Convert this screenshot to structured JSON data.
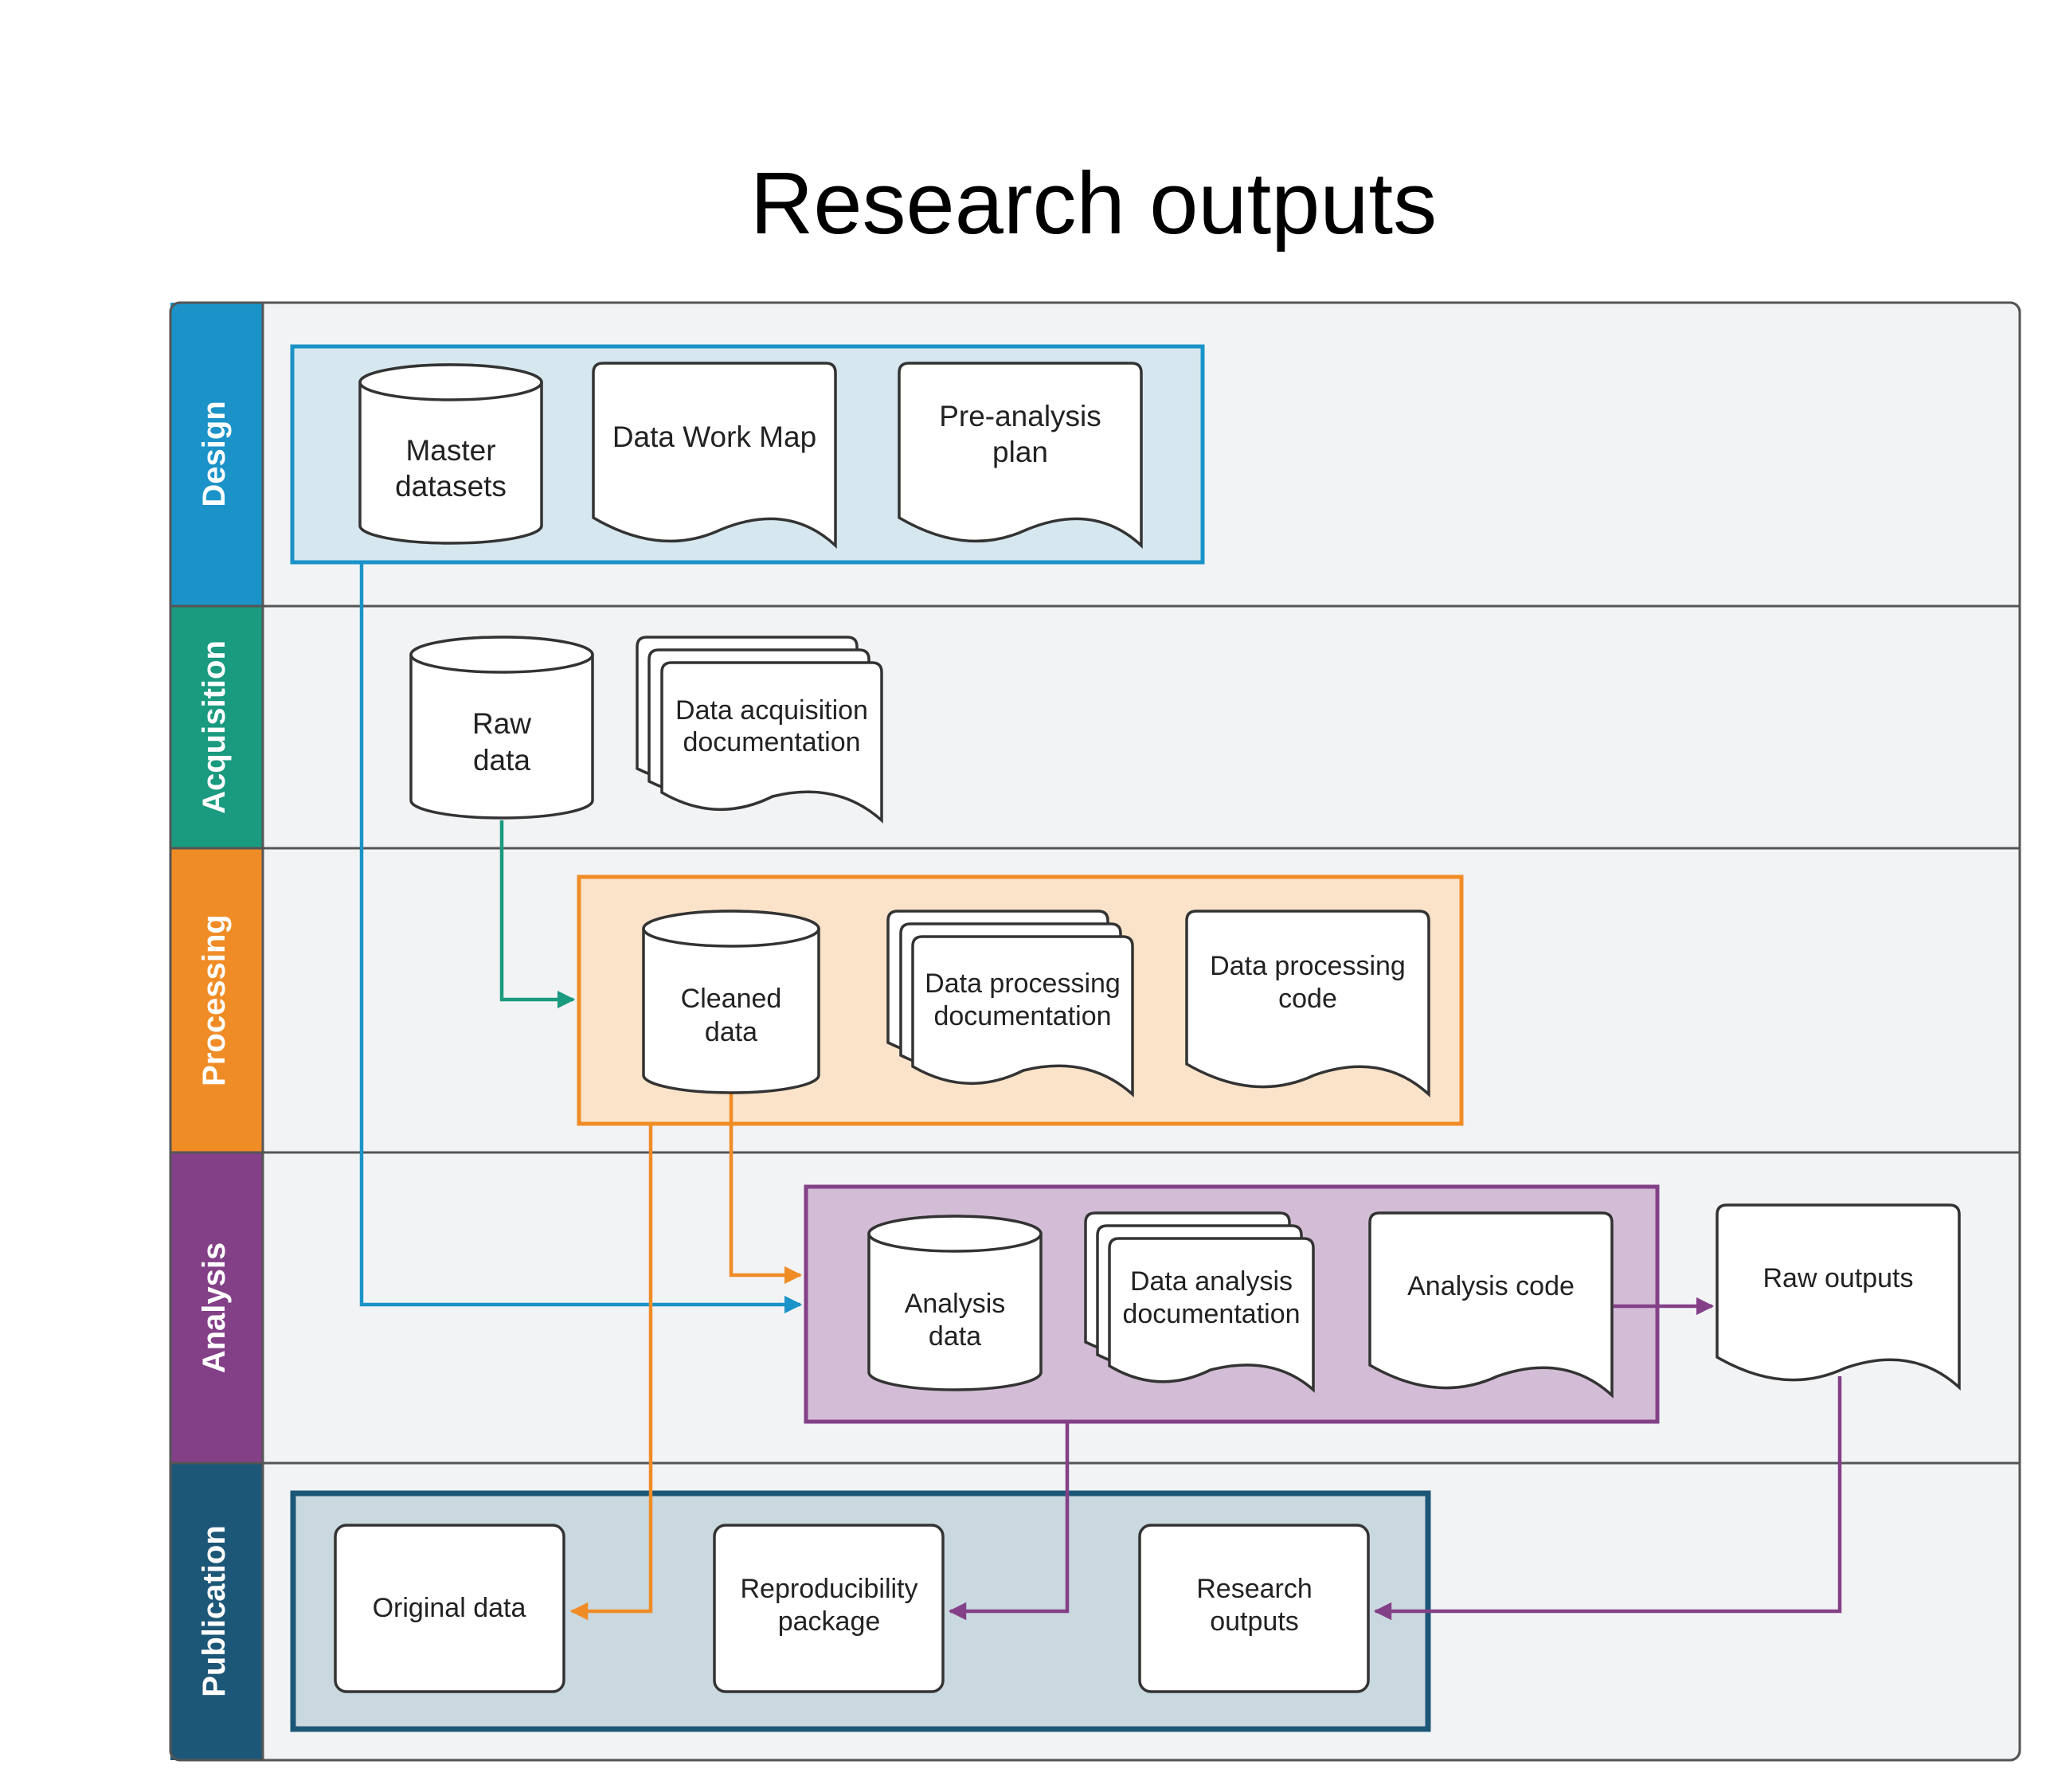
{
  "title": "Research outputs",
  "colors": {
    "design": "#1b93c8",
    "acquisition": "#1a9a7f",
    "processing": "#f08c26",
    "analysis": "#834087",
    "publication": "#1d5777",
    "lane_bg": "#f2f3f5",
    "design_group_bg": "#d6e7ef",
    "processing_group_bg": "#fae3c9",
    "analysis_group_bg": "#d3bdd6",
    "publication_group_bg": "#cad8df"
  },
  "lanes": [
    {
      "id": "design",
      "label": "Design"
    },
    {
      "id": "acquisition",
      "label": "Acquisition"
    },
    {
      "id": "processing",
      "label": "Processing"
    },
    {
      "id": "analysis",
      "label": "Analysis"
    },
    {
      "id": "publication",
      "label": "Publication"
    }
  ],
  "nodes": {
    "master_datasets": {
      "shape": "database",
      "lines": [
        "Master",
        "datasets"
      ]
    },
    "data_work_map": {
      "shape": "document",
      "lines": [
        "Data Work Map"
      ]
    },
    "pre_analysis_plan": {
      "shape": "document",
      "lines": [
        "Pre-analysis",
        "plan"
      ]
    },
    "raw_data": {
      "shape": "database",
      "lines": [
        "Raw",
        "data"
      ]
    },
    "data_acquisition_documentation": {
      "shape": "multi-document",
      "lines": [
        "Data acquisition",
        "documentation"
      ]
    },
    "cleaned_data": {
      "shape": "database",
      "lines": [
        "Cleaned",
        "data"
      ]
    },
    "data_processing_documentation": {
      "shape": "multi-document",
      "lines": [
        "Data processing",
        "documentation"
      ]
    },
    "data_processing_code": {
      "shape": "document",
      "lines": [
        "Data processing",
        "code"
      ]
    },
    "analysis_data": {
      "shape": "database",
      "lines": [
        "Analysis",
        "data"
      ]
    },
    "data_analysis_documentation": {
      "shape": "multi-document",
      "lines": [
        "Data analysis",
        "documentation"
      ]
    },
    "analysis_code": {
      "shape": "document",
      "lines": [
        "Analysis code"
      ]
    },
    "raw_outputs": {
      "shape": "document",
      "lines": [
        "Raw outputs"
      ]
    },
    "original_data": {
      "shape": "rounded-rect",
      "lines": [
        "Original data"
      ]
    },
    "reproducibility_package": {
      "shape": "rounded-rect",
      "lines": [
        "Reproducibility",
        "package"
      ]
    },
    "research_outputs": {
      "shape": "rounded-rect",
      "lines": [
        "Research",
        "outputs"
      ]
    }
  },
  "edges": [
    {
      "from": "master_datasets",
      "to": "analysis_group",
      "color": "design"
    },
    {
      "from": "raw_data",
      "to": "processing_group",
      "color": "acquisition"
    },
    {
      "from": "cleaned_data",
      "to": "analysis_group",
      "color": "processing"
    },
    {
      "from": "processing_group",
      "to": "original_data",
      "color": "processing"
    },
    {
      "from": "analysis_code",
      "to": "raw_outputs",
      "color": "analysis"
    },
    {
      "from": "analysis_group",
      "to": "reproducibility_package",
      "color": "analysis"
    },
    {
      "from": "raw_outputs",
      "to": "research_outputs",
      "color": "analysis"
    }
  ]
}
